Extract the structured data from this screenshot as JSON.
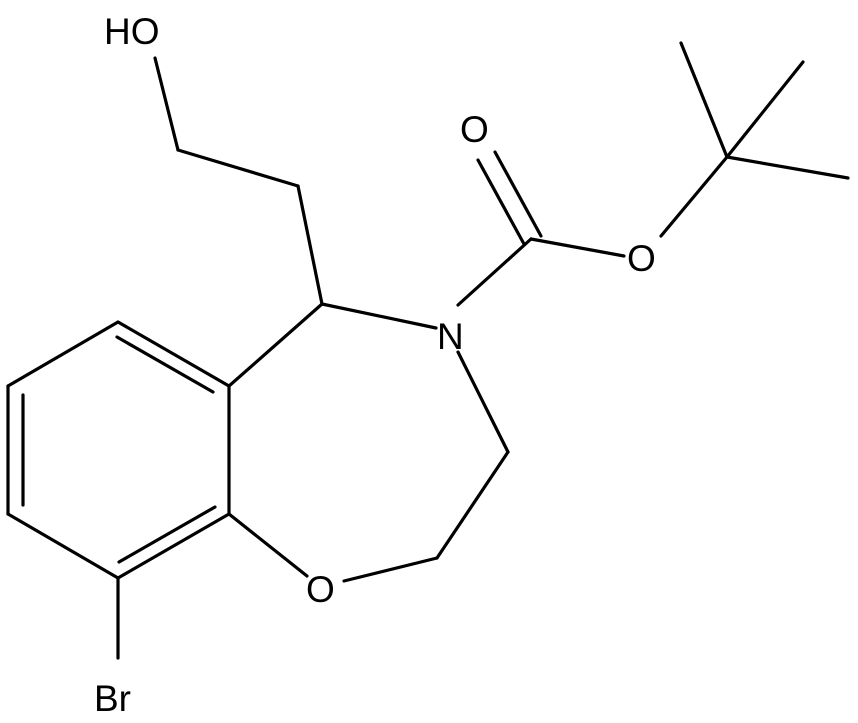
{
  "atoms": {
    "hydroxyl": "HO",
    "carbonyl_oxygen": "O",
    "ester_oxygen": "O",
    "nitrogen": "N",
    "ring_oxygen": "O",
    "bromine": "Br"
  },
  "colors": {
    "bond": "#000000",
    "label": "#000000",
    "background": "#ffffff"
  }
}
